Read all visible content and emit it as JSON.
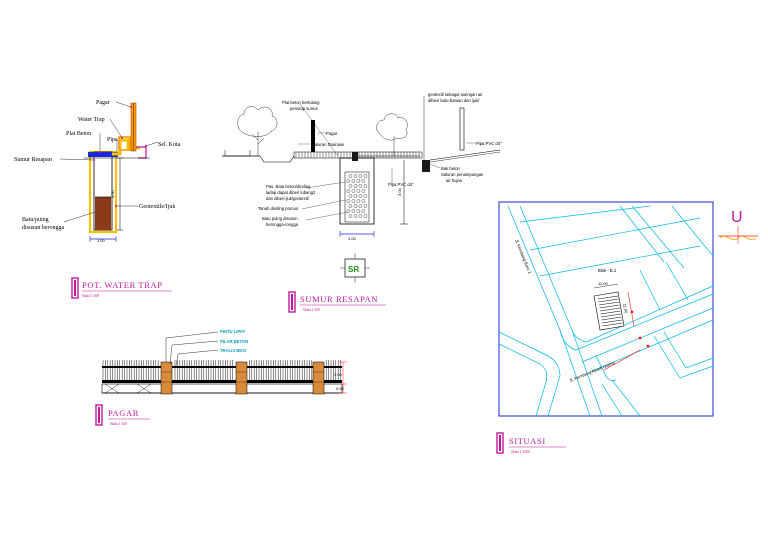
{
  "water_trap": {
    "labels": {
      "pagar": "Pagar",
      "water_trap": "Water Trap",
      "plat_beton": "Plat Beton",
      "pipa": "Pipa",
      "sel_kota": "Sel. Kota",
      "sumur_resapan": "Sumur Resapan",
      "geotextile": "Geotextile/Ijuk",
      "batu_1": "Batu/puing",
      "batu_2": "disusun berongga",
      "dim_height": "4.00",
      "dim_width": "1.00"
    },
    "title": "POT. WATER TRAP",
    "scale": "Skala 1:100"
  },
  "sumur_resapan": {
    "labels": {
      "plat_1": "Plat beton bertulang",
      "plat_2": "penutup sumur",
      "pagar": "Pagar",
      "saluran": "Saluran Drainase",
      "pas_1": "Pas. Bata beton/dinding",
      "pas_2": "ladap dapat diberi lubang2",
      "pas_3": "dan diberi ijuk/geotextil",
      "tanah": "Tanah dinding porous",
      "batu_1": "Batu puing disusun",
      "batu_2": "berongga-rongga",
      "geo_1": "geotextil sebagai saringan air",
      "geo_2": "dibieri batu-batuan dan ijuk/",
      "pipa_right": "Pipa PVC d4\"",
      "bak": "Bak beton",
      "sal_1": "Saluran penampungan",
      "sal_2": "air hujan",
      "pipa_mid": "Pipa PVC d4\"",
      "dim_bottom": "1.00",
      "dim_side": "3.00"
    },
    "symbol": "SR",
    "title": "SUMUR RESAPAN",
    "scale": "Skala 1:100"
  },
  "pagar": {
    "labels": {
      "pintu": "PINTU LIPAT",
      "pilar": "PILAR BETON",
      "teralis": "TRALIS BESI",
      "dim_1": "2.00",
      "dim_2": "0.50"
    },
    "title": "PAGAR",
    "scale": "Skala 1:100"
  },
  "situasi": {
    "labels": {
      "street_1": "Jl. Kembang Baru 1",
      "block": "Blok - B.1",
      "street_2": "Jl. Kembang Abadi Utama",
      "dim_top": "11.00",
      "dim_side": "11.00"
    },
    "north_symbol": "U",
    "title": "SITUASI",
    "scale": "Skala 1:1000"
  },
  "colors": {
    "magenta": "#c0189a",
    "cyan": "#009fbf",
    "orange": "#ff9900",
    "yellow": "#f2c200",
    "brown": "#8b2a0a",
    "red": "#ff1a1a"
  }
}
